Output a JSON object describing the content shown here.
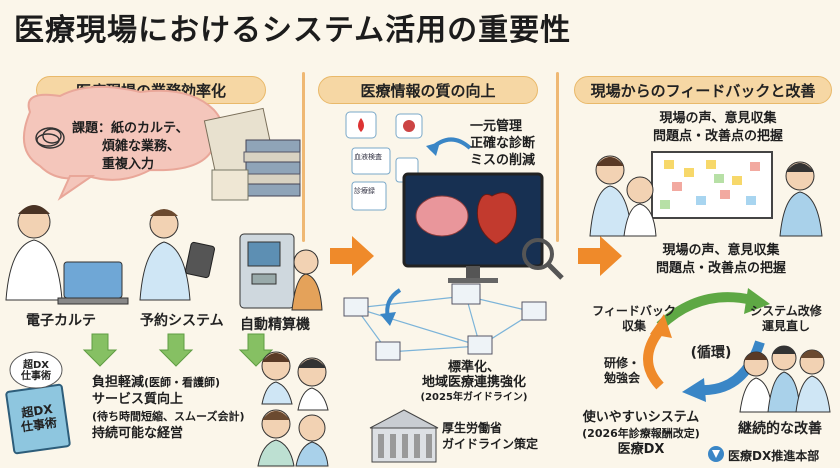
{
  "title": "医療現場におけるシステム活用の重要性",
  "sections": {
    "left": {
      "heading": "医療現場の業務効率化",
      "issue": [
        "課題：紙のカルテ、",
        "煩雑な業務、",
        "重複入力"
      ],
      "systems": [
        "電子カルテ",
        "予約システム",
        "自動精算機"
      ],
      "benefits": [
        "負担軽減",
        "(医師・看護師)",
        "サービス質向上",
        "(待ち時間短縮、スムーズ会計)",
        "持続可能な経営"
      ],
      "book": [
        "超DX",
        "仕事術"
      ],
      "book_tag": [
        "超DX",
        "仕事術"
      ]
    },
    "middle": {
      "heading": "医療情報の質の向上",
      "points": [
        "一元管理",
        "正確な診断",
        "ミスの削減"
      ],
      "network": [
        "標準化、",
        "地域医療連携強化",
        "(2025年ガイドライン)"
      ],
      "ministry": [
        "厚生労働省",
        "ガイドライン策定"
      ],
      "doc_labels": [
        "血液検査",
        "診療録"
      ]
    },
    "right": {
      "heading": "現場からのフィードバックと改善",
      "board_caption": [
        "現場の声、意見収集",
        "問題点・改善点の把握"
      ],
      "cycle_caption": [
        "現場の声、意見収集",
        "問題点・改善点の把握"
      ],
      "cycle_left": [
        "フィードバック",
        "収集"
      ],
      "cycle_right": [
        "システム改修",
        "運見直し"
      ],
      "cycle_center": "(循環)",
      "cycle_bottom": [
        "研修・",
        "勉強会"
      ],
      "continuous": "継続的な改善",
      "usable": [
        "使いやすいシステム",
        "(2026年診療報酬改定)",
        "医療DX"
      ]
    }
  },
  "footer": {
    "org": "医療DX推進本部"
  },
  "colors": {
    "accent": "#ef8a2a",
    "pill": "#f6d7a4",
    "green": "#7dbb55"
  }
}
